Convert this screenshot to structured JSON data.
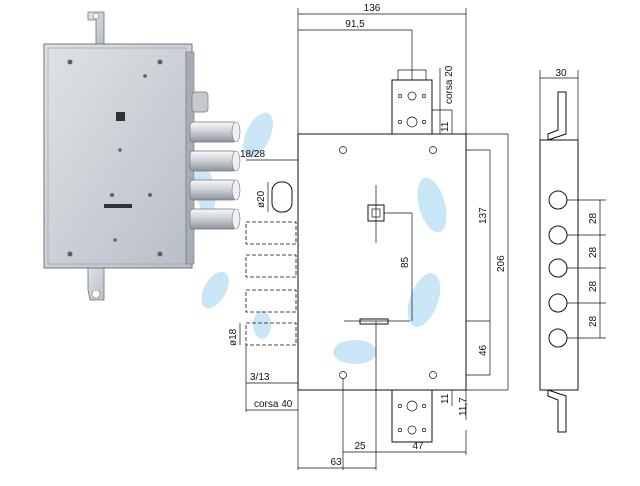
{
  "dimensions": {
    "overall_width": "136",
    "key_center_offset": "91,5",
    "side_width": "30",
    "stroke_top": "corsa 20",
    "top_plate_offset": "11",
    "bolt_pitch": "18/28",
    "bolt_diameter": "ø20",
    "spindle_to_key": "85",
    "spindle_to_top_hole": "137",
    "overall_height": "206",
    "key_to_bottom_hole": "46",
    "bottom_plate_offset": "11",
    "bottom_edge_offset": "11,7",
    "pin_diameter": "ø18",
    "pin_pitch": "3/13",
    "stroke_bottom": "corsa 40",
    "hole_spacing_bottom": "25",
    "bottom_right": "47",
    "backset": "63",
    "side_pitch_1": "28",
    "side_pitch_2": "28",
    "side_pitch_3": "28",
    "side_pitch_4": "28"
  },
  "colors": {
    "line": "#111111",
    "lock_body": "#c9ced4",
    "lock_shadow": "#8f969e",
    "bolt_chrome": "#e4e7ea",
    "watermark": "#bfe2f5"
  }
}
